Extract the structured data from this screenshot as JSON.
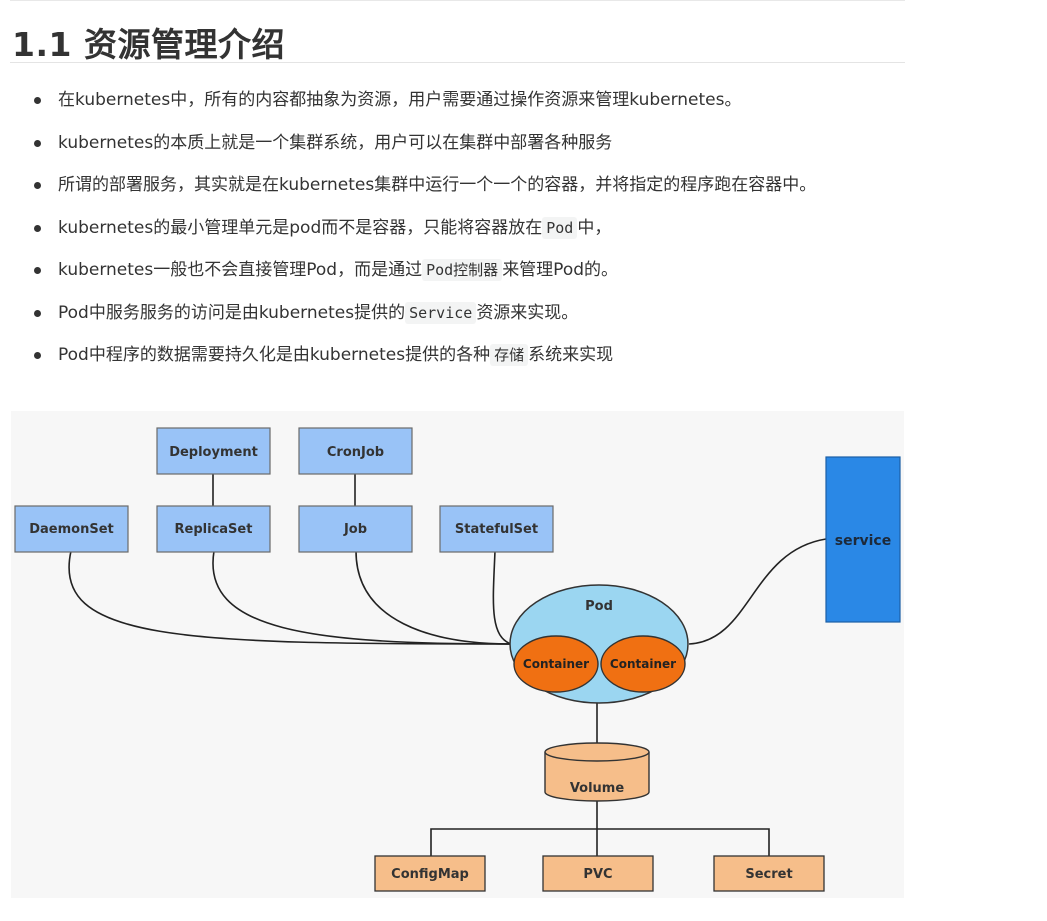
{
  "heading": "1.1 资源管理介绍",
  "bullets": [
    {
      "parts": [
        {
          "t": "在kubernetes中，所有的内容都抽象为资源，用户需要通过操作资源来管理kubernetes。"
        }
      ]
    },
    {
      "parts": [
        {
          "t": "kubernetes的本质上就是一个集群系统，用户可以在集群中部署各种服务"
        }
      ]
    },
    {
      "parts": [
        {
          "t": "所谓的部署服务，其实就是在kubernetes集群中运行一个一个的容器，并将指定的程序跑在容器中。"
        }
      ]
    },
    {
      "parts": [
        {
          "t": "kubernetes的最小管理单元是pod而不是容器，只能将容器放在"
        },
        {
          "code": "Pod"
        },
        {
          "t": "中，"
        }
      ]
    },
    {
      "parts": [
        {
          "t": "kubernetes一般也不会直接管理Pod，而是通过"
        },
        {
          "code": "Pod控制器"
        },
        {
          "t": "来管理Pod的。"
        }
      ]
    },
    {
      "parts": [
        {
          "t": "Pod中服务服务的访问是由kubernetes提供的"
        },
        {
          "code": "Service"
        },
        {
          "t": "资源来实现。"
        }
      ]
    },
    {
      "parts": [
        {
          "t": "Pod中程序的数据需要持久化是由kubernetes提供的各种"
        },
        {
          "code": "存储"
        },
        {
          "t": "系统来实现"
        }
      ]
    }
  ],
  "diagram": {
    "controllers_top": [
      "Deployment",
      "CronJob"
    ],
    "controllers": [
      "DaemonSet",
      "ReplicaSet",
      "Job",
      "StatefulSet"
    ],
    "service": "service",
    "pod": "Pod",
    "containers": [
      "Container",
      "Container"
    ],
    "volume": "Volume",
    "storage": [
      "ConfigMap",
      "PVC",
      "Secret"
    ],
    "colors": {
      "controller_fill": "#99c3f7",
      "service_fill": "#2a88e6",
      "pod_fill": "#9bd6f1",
      "container_fill": "#f07012",
      "storage_fill": "#f6be8a"
    }
  }
}
